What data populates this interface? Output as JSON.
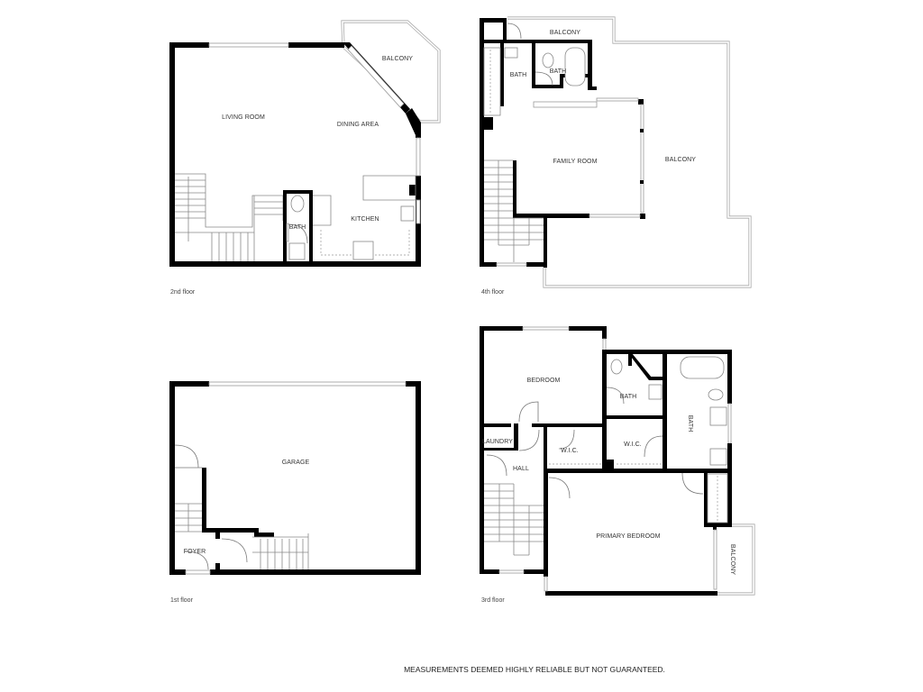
{
  "floorplans": [
    {
      "id": "floor2",
      "floor_label": "2nd floor",
      "rooms": [
        "LIVING ROOM",
        "DINING AREA",
        "BALCONY",
        "BATH",
        "KITCHEN"
      ]
    },
    {
      "id": "floor4",
      "floor_label": "4th floor",
      "rooms": [
        "BALCONY",
        "BATH",
        "BATH",
        "FAMILY ROOM",
        "BALCONY"
      ]
    },
    {
      "id": "floor1",
      "floor_label": "1st floor",
      "rooms": [
        "GARAGE",
        "FOYER"
      ]
    },
    {
      "id": "floor3",
      "floor_label": "3rd floor",
      "rooms": [
        "BEDROOM",
        "BATH",
        "BATH",
        "LAUNDRY",
        "W.I.C.",
        "W.I.C.",
        "HALL",
        "PRIMARY BEDROOM",
        "BALCONY"
      ]
    }
  ],
  "disclaimer": "MEASUREMENTS DEEMED HIGHLY RELIABLE BUT NOT GUARANTEED.",
  "colors": {
    "wall": "#000000",
    "window": "#999999",
    "text": "#333333",
    "background": "#ffffff"
  }
}
